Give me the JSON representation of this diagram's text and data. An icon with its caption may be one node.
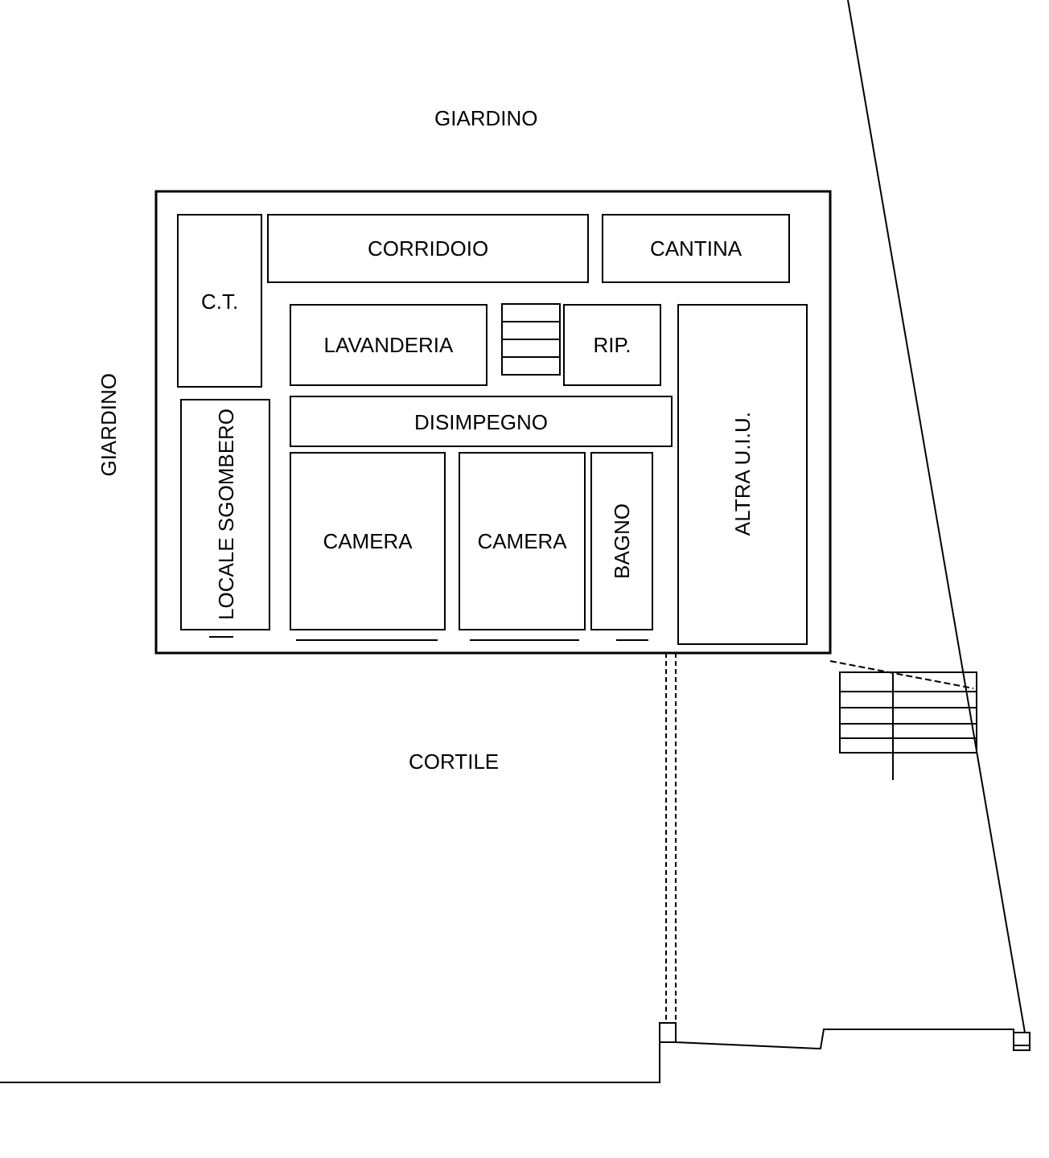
{
  "diagram": {
    "nodes": [
      {
        "text": [
          "CORRIDOIO"
        ]
      },
      {
        "text": [
          "CANTINA"
        ]
      },
      {
        "text": [
          "C.T."
        ]
      },
      {
        "text": [
          "LAVANDERIA"
        ]
      },
      {
        "text": [
          "RIP."
        ]
      },
      {
        "text": [
          "DISIMPEGNO"
        ]
      },
      {
        "text": [
          "LOCALE SGOMBERO"
        ]
      },
      {
        "text": [
          "CAMERA"
        ]
      },
      {
        "text": [
          "CAMERA"
        ]
      },
      {
        "text": [
          "BAGNO"
        ]
      },
      {
        "text": [
          "ALTRA U.I.U."
        ]
      }
    ],
    "edges": [],
    "labels": [
      "GIARDINO",
      "GIARDINO",
      "CORTILE"
    ]
  }
}
